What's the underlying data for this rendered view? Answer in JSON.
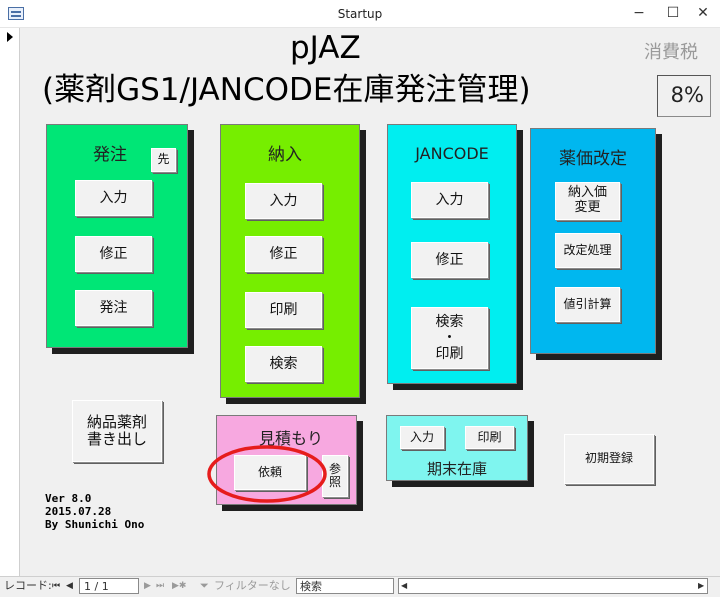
{
  "window": {
    "title": "Startup",
    "minimize": "−",
    "maximize": "☐",
    "close": "✕"
  },
  "header": {
    "app_name": "pJAZ",
    "subtitle": "(薬剤GS1/JANCODE在庫発注管理)",
    "tax_label": "消費税",
    "tax_rate": "8%"
  },
  "panels": {
    "order": {
      "title": "発注",
      "tag_button": "先",
      "buttons": [
        "入力",
        "修正",
        "発注"
      ]
    },
    "receive": {
      "title": "納入",
      "buttons": [
        "入力",
        "修正",
        "印刷",
        "検索"
      ]
    },
    "jancode": {
      "title": "JANCODE",
      "buttons": [
        "入力",
        "修正",
        "検索\n・\n印刷"
      ]
    },
    "price_revision": {
      "title": "薬価改定",
      "buttons": [
        "納入価\n変更",
        "改定処理",
        "値引計算"
      ]
    },
    "estimate": {
      "title": "見積もり",
      "request_button": "依頼",
      "reference_button": "参\n照"
    },
    "stock": {
      "title": "期末在庫",
      "input_button": "入力",
      "print_button": "印刷"
    }
  },
  "export_button": "納品薬剤\n書き出し",
  "initial_setup_button": "初期登録",
  "version": {
    "line1": "Ver 8.0",
    "line2": "2015.07.28",
    "line3": "By Shunichi Ono"
  },
  "statusbar": {
    "record_label": "レコード:",
    "first": "⏮",
    "prev": "◀",
    "position": "1 / 1",
    "next": "▶",
    "last": "⏭",
    "new": "▶✱",
    "filter": "フィルターなし",
    "search_placeholder": "検索",
    "scroll_left": "◀",
    "scroll_right": "▶"
  },
  "colors": {
    "order_panel": "#00e676",
    "receive_panel": "#76ee00",
    "jancode_panel": "#00eef0",
    "price_panel": "#00b7ef",
    "estimate_panel": "#f7a8e0",
    "stock_panel": "#7ff5ef",
    "annotation_circle": "#e61c1c"
  }
}
